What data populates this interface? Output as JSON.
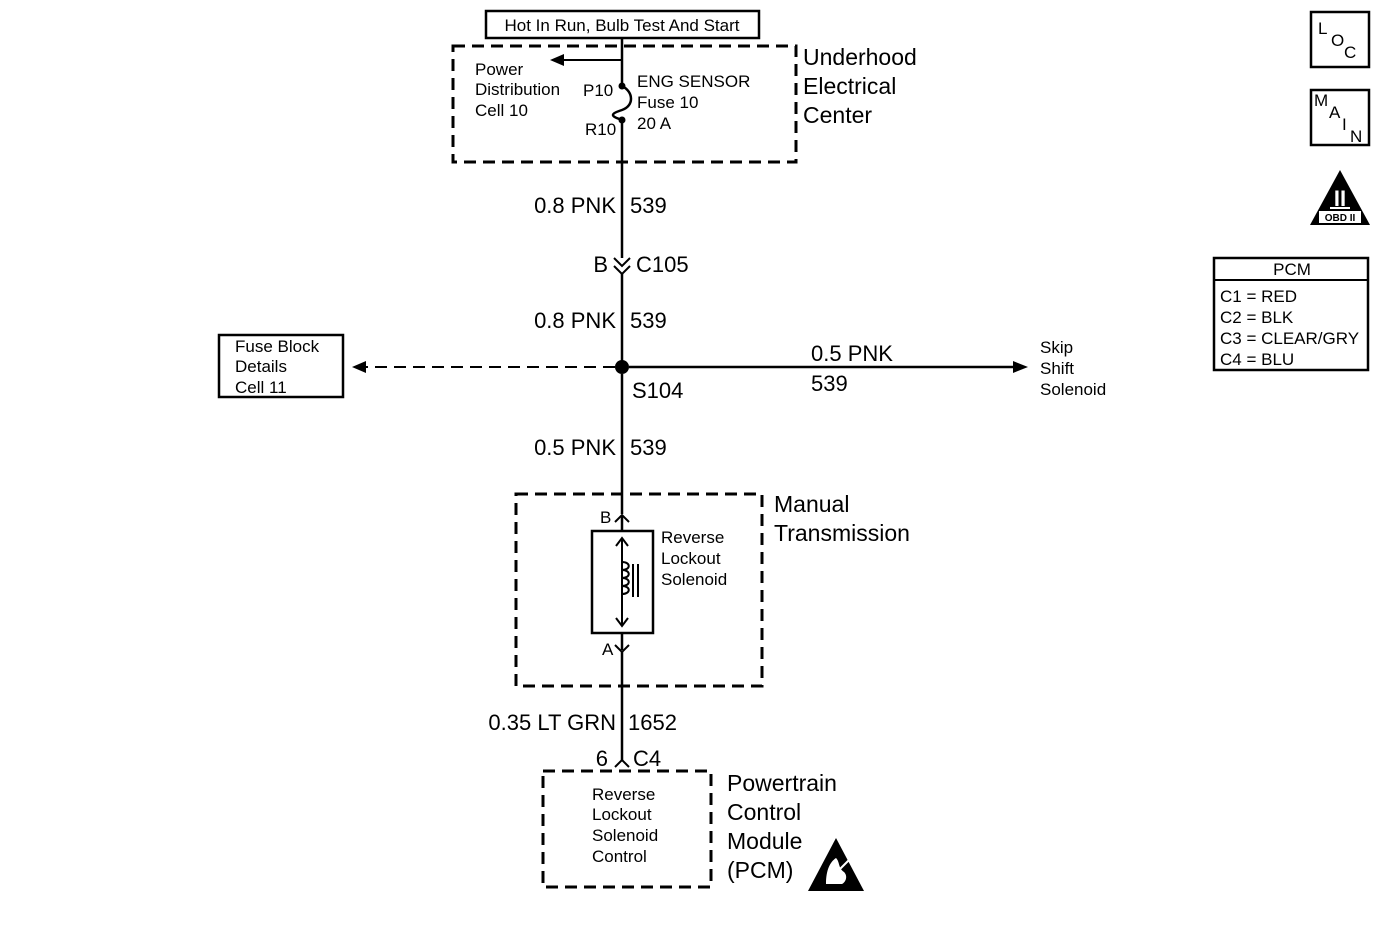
{
  "power_source": {
    "label": "Hot In Run, Bulb Test And Start"
  },
  "uec": {
    "title": [
      "Underhood",
      "Electrical",
      "Center"
    ],
    "pdc": [
      "Power",
      "Distribution",
      "Cell 10"
    ],
    "fuse_in_pin": "P10",
    "fuse_out_pin": "R10",
    "fuse": [
      "ENG SENSOR",
      "Fuse 10",
      "20 A"
    ]
  },
  "wire1": {
    "gauge_color": "0.8 PNK",
    "circuit": "539"
  },
  "connector_c105": {
    "pin": "B",
    "name": "C105"
  },
  "wire2": {
    "gauge_color": "0.8 PNK",
    "circuit": "539"
  },
  "fuse_block": [
    "Fuse Block",
    "Details",
    "Cell 11"
  ],
  "splice": {
    "name": "S104"
  },
  "branch_wire": {
    "gauge_color": "0.5 PNK",
    "circuit": "539"
  },
  "skip_shift": [
    "Skip",
    "Shift",
    "Solenoid"
  ],
  "wire3": {
    "gauge_color": "0.5 PNK",
    "circuit": "539"
  },
  "manual_trans": {
    "title": [
      "Manual",
      "Transmission"
    ],
    "pin_b": "B",
    "pin_a": "A",
    "solenoid": [
      "Reverse",
      "Lockout",
      "Solenoid"
    ]
  },
  "wire4": {
    "gauge_color": "0.35 LT GRN",
    "circuit": "1652"
  },
  "connector_pcm": {
    "pin": "6",
    "name": "C4"
  },
  "pcm": {
    "title": [
      "Powertrain",
      "Control",
      "Module",
      "(PCM)"
    ],
    "inner": [
      "Reverse",
      "Lockout",
      "Solenoid",
      "Control"
    ]
  },
  "loc_icon": {
    "letters": [
      "L",
      "O",
      "C"
    ]
  },
  "main_icon": {
    "letters": [
      "M",
      "A",
      "I",
      "N"
    ]
  },
  "obd_icon": {
    "roman": "II",
    "label": "OBD II"
  },
  "pcm_legend": {
    "title": "PCM",
    "rows": [
      "C1 = RED",
      "C2 = BLK",
      "C3 = CLEAR/GRY",
      "C4 = BLU"
    ]
  },
  "esd_icon": "esd-sensitive-icon"
}
